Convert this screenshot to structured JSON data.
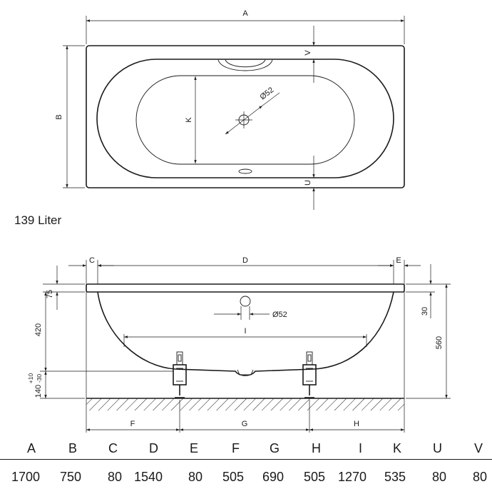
{
  "top_view": {
    "dim_labels": {
      "A": "A",
      "B": "B",
      "K": "K",
      "V": "V",
      "U": "U",
      "drain": "Ø52"
    }
  },
  "capacity": "139 Liter",
  "side_view": {
    "dim_labels": {
      "C": "C",
      "D": "D",
      "E": "E",
      "F": "F",
      "G": "G",
      "H": "H",
      "I": "I",
      "rim": "75",
      "depth": "420",
      "leg": "140",
      "leg_tol_plus": "+10",
      "leg_tol_minus": "-30",
      "overflow": "Ø52",
      "offset": "30",
      "height": "560"
    }
  },
  "spec_table": {
    "headers": [
      "A",
      "B",
      "C",
      "D",
      "E",
      "F",
      "G",
      "H",
      "I",
      "K",
      "U",
      "V"
    ],
    "values": [
      "1700",
      "750",
      "80",
      "1540",
      "80",
      "505",
      "690",
      "505",
      "1270",
      "535",
      "80",
      "80"
    ]
  }
}
